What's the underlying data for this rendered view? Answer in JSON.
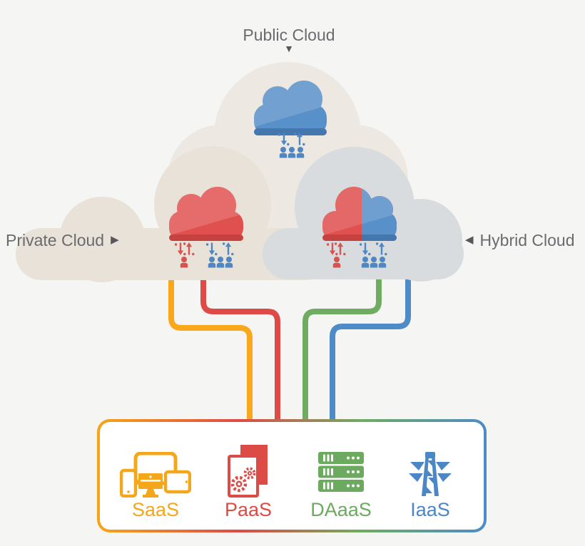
{
  "title_labels": {
    "public": "Public Cloud",
    "private": "Private Cloud",
    "hybrid": "Hybrid Cloud"
  },
  "markers": {
    "down": "▼",
    "right": "▶",
    "left": "◀"
  },
  "services": [
    {
      "label": "SaaS",
      "color": "#F5A71B",
      "icon": "devices-icon"
    },
    {
      "label": "PaaS",
      "color": "#DC4B45",
      "icon": "app-gears-icon"
    },
    {
      "label": "DAaaS",
      "color": "#6BAA5F",
      "icon": "server-stack-icon"
    },
    {
      "label": "IaaS",
      "color": "#4C87C5",
      "icon": "power-grid-tower-icon"
    }
  ],
  "connectors": [
    {
      "from": "private-cloud",
      "to": "SaaS",
      "color": "#F9A71B"
    },
    {
      "from": "private-cloud",
      "to": "PaaS",
      "color": "#DE4B47"
    },
    {
      "from": "hybrid-cloud",
      "to": "DAaaS",
      "color": "#6FAC62"
    },
    {
      "from": "hybrid-cloud",
      "to": "IaaS",
      "color": "#4E8BC7"
    }
  ],
  "palette": {
    "background": "#F5F5F4",
    "backdrop_public": "#EDE8E2",
    "backdrop_private": "#E8E2D8",
    "backdrop_hybrid": "#D8DCDF",
    "cloud_blue": "#5890C9",
    "cloud_blue_dark": "#4377AE",
    "cloud_red": "#E0504E",
    "cloud_red_dark": "#C64240",
    "figure_blue": "#4E87C2",
    "figure_red": "#D9534E",
    "heading_text": "#6A6B6E",
    "marker": "#57585A",
    "panel_bg": "#FFFFFF"
  }
}
